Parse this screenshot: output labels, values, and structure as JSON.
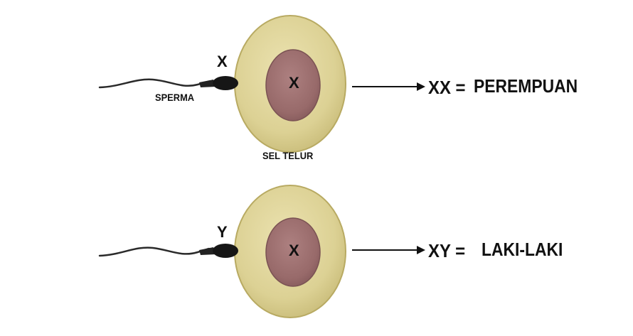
{
  "colors": {
    "cell_fill": "#e0d59a",
    "cell_edge": "#b8aa62",
    "nucleus_fill": "#9d6f6e",
    "nucleus_edge": "#7a5253",
    "sperm": "#2a2a2a",
    "arrow": "#111111",
    "text": "#111111"
  },
  "rows": [
    {
      "sperm_chromosome": "X",
      "sperm_label": "SPERMA",
      "egg_chromosome": "X",
      "egg_label": "SEL TELUR",
      "formula": "XX =",
      "result": "PEREMPUAN"
    },
    {
      "sperm_chromosome": "Y",
      "egg_chromosome": "X",
      "formula": "XY =",
      "result": "LAKI-LAKI"
    }
  ]
}
